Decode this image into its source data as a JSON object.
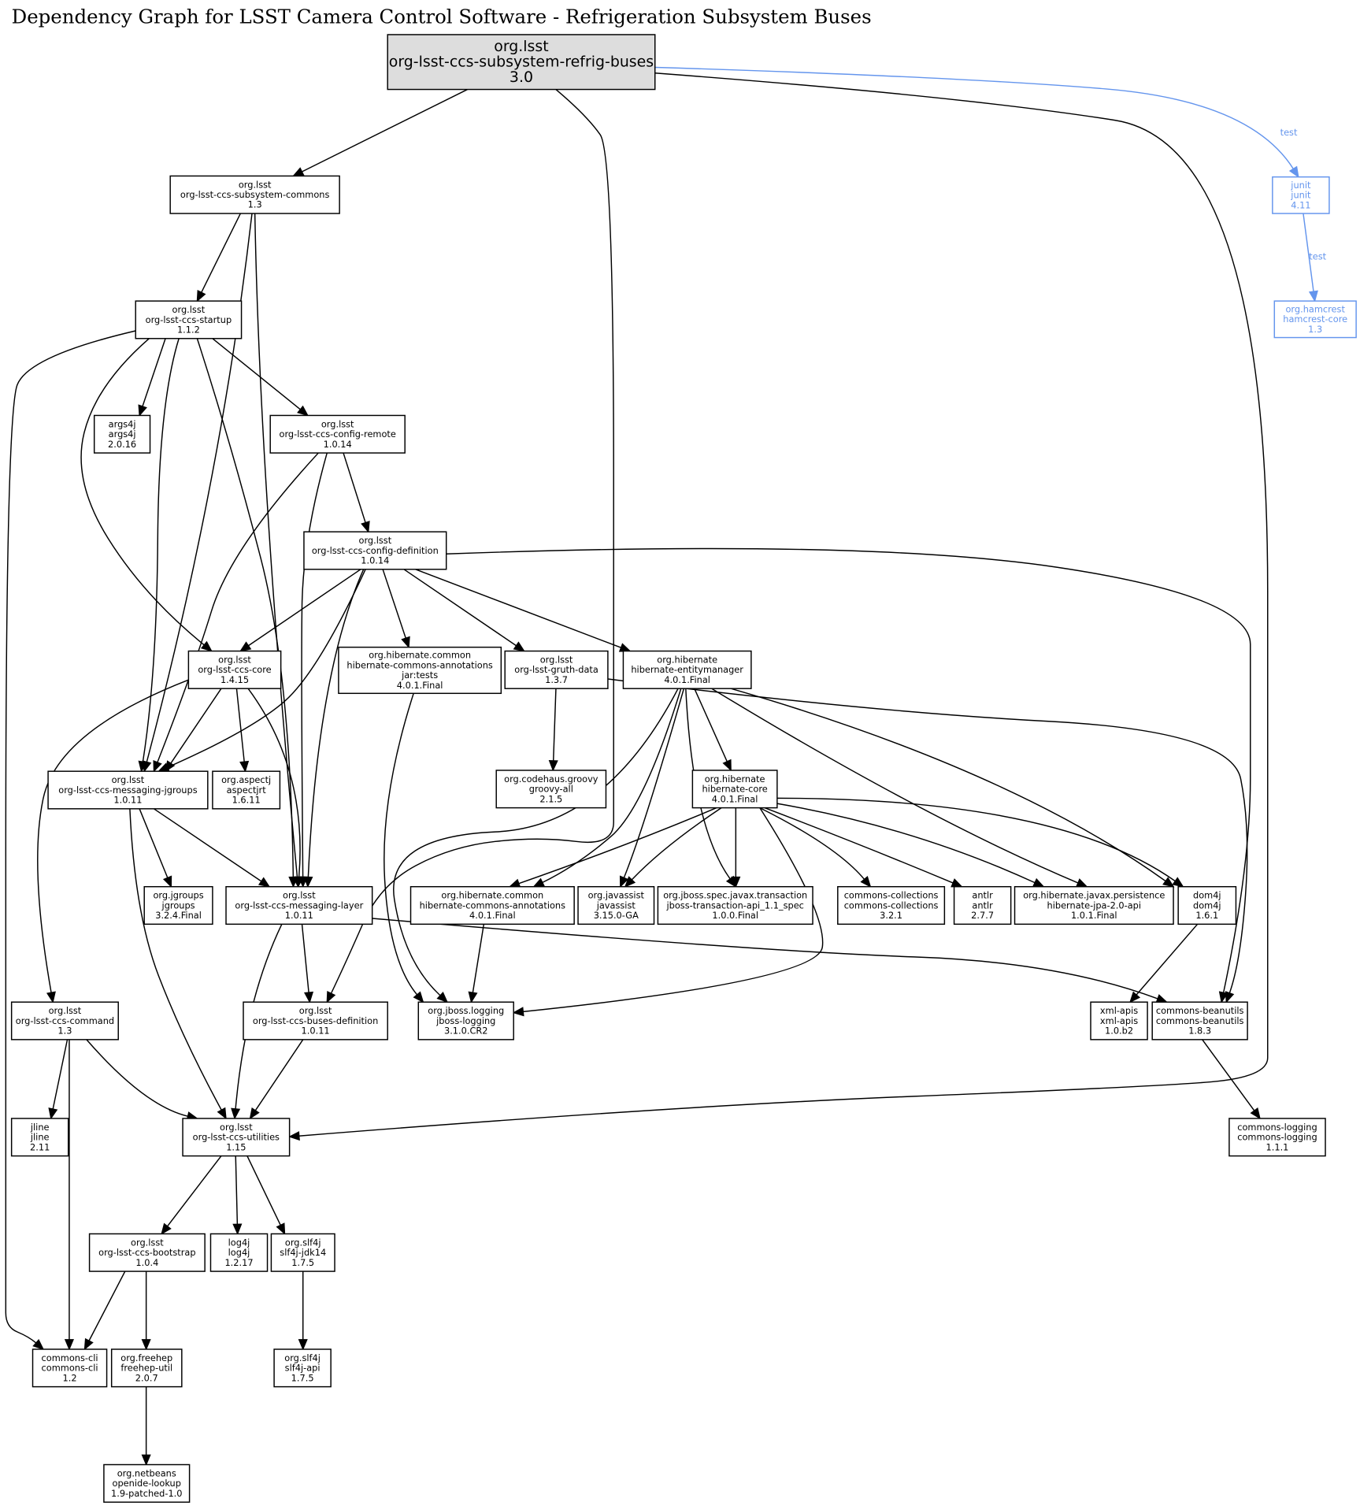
{
  "title": "Dependency Graph for LSST Camera Control Software - Refrigeration Subsystem Buses",
  "colors": {
    "test": "#6495ed",
    "root_fill": "#dddddd",
    "default": "#000000"
  },
  "nodes": [
    {
      "id": "root",
      "lines": [
        "org.lsst",
        "org-lsst-ccs-subsystem-refrig-buses",
        "3.0"
      ],
      "kind": "root"
    },
    {
      "id": "subsystem-commons",
      "lines": [
        "org.lsst",
        "org-lsst-ccs-subsystem-commons",
        "1.3"
      ]
    },
    {
      "id": "junit",
      "lines": [
        "junit",
        "junit",
        "4.11"
      ],
      "kind": "test"
    },
    {
      "id": "hamcrest",
      "lines": [
        "org.hamcrest",
        "hamcrest-core",
        "1.3"
      ],
      "kind": "test"
    },
    {
      "id": "startup",
      "lines": [
        "org.lsst",
        "org-lsst-ccs-startup",
        "1.1.2"
      ]
    },
    {
      "id": "args4j",
      "lines": [
        "args4j",
        "args4j",
        "2.0.16"
      ]
    },
    {
      "id": "config-remote",
      "lines": [
        "org.lsst",
        "org-lsst-ccs-config-remote",
        "1.0.14"
      ]
    },
    {
      "id": "config-definition",
      "lines": [
        "org.lsst",
        "org-lsst-ccs-config-definition",
        "1.0.14"
      ]
    },
    {
      "id": "core",
      "lines": [
        "org.lsst",
        "org-lsst-ccs-core",
        "1.4.15"
      ]
    },
    {
      "id": "hca-tests",
      "lines": [
        "org.hibernate.common",
        "hibernate-commons-annotations",
        "jar:tests",
        "4.0.1.Final"
      ]
    },
    {
      "id": "gruth-data",
      "lines": [
        "org.lsst",
        "org-lsst-gruth-data",
        "1.3.7"
      ]
    },
    {
      "id": "entitymanager",
      "lines": [
        "org.hibernate",
        "hibernate-entitymanager",
        "4.0.1.Final"
      ]
    },
    {
      "id": "messaging-jgroups",
      "lines": [
        "org.lsst",
        "org-lsst-ccs-messaging-jgroups",
        "1.0.11"
      ]
    },
    {
      "id": "aspectjrt",
      "lines": [
        "org.aspectj",
        "aspectjrt",
        "1.6.11"
      ]
    },
    {
      "id": "groovy-all",
      "lines": [
        "org.codehaus.groovy",
        "groovy-all",
        "2.1.5"
      ]
    },
    {
      "id": "hibernate-core",
      "lines": [
        "org.hibernate",
        "hibernate-core",
        "4.0.1.Final"
      ]
    },
    {
      "id": "jgroups",
      "lines": [
        "org.jgroups",
        "jgroups",
        "3.2.4.Final"
      ]
    },
    {
      "id": "messaging-layer",
      "lines": [
        "org.lsst",
        "org-lsst-ccs-messaging-layer",
        "1.0.11"
      ]
    },
    {
      "id": "hca",
      "lines": [
        "org.hibernate.common",
        "hibernate-commons-annotations",
        "4.0.1.Final"
      ]
    },
    {
      "id": "javassist",
      "lines": [
        "org.javassist",
        "javassist",
        "3.15.0-GA"
      ]
    },
    {
      "id": "jta",
      "lines": [
        "org.jboss.spec.javax.transaction",
        "jboss-transaction-api_1.1_spec",
        "1.0.0.Final"
      ]
    },
    {
      "id": "commons-collections",
      "lines": [
        "commons-collections",
        "commons-collections",
        "3.2.1"
      ]
    },
    {
      "id": "antlr",
      "lines": [
        "antlr",
        "antlr",
        "2.7.7"
      ]
    },
    {
      "id": "jpa",
      "lines": [
        "org.hibernate.javax.persistence",
        "hibernate-jpa-2.0-api",
        "1.0.1.Final"
      ]
    },
    {
      "id": "dom4j",
      "lines": [
        "dom4j",
        "dom4j",
        "1.6.1"
      ]
    },
    {
      "id": "command",
      "lines": [
        "org.lsst",
        "org-lsst-ccs-command",
        "1.3"
      ]
    },
    {
      "id": "buses-definition",
      "lines": [
        "org.lsst",
        "org-lsst-ccs-buses-definition",
        "1.0.11"
      ]
    },
    {
      "id": "jboss-logging",
      "lines": [
        "org.jboss.logging",
        "jboss-logging",
        "3.1.0.CR2"
      ]
    },
    {
      "id": "xml-apis",
      "lines": [
        "xml-apis",
        "xml-apis",
        "1.0.b2"
      ]
    },
    {
      "id": "beanutils",
      "lines": [
        "commons-beanutils",
        "commons-beanutils",
        "1.8.3"
      ]
    },
    {
      "id": "jline",
      "lines": [
        "jline",
        "jline",
        "2.11"
      ]
    },
    {
      "id": "utilities",
      "lines": [
        "org.lsst",
        "org-lsst-ccs-utilities",
        "1.15"
      ]
    },
    {
      "id": "commons-logging",
      "lines": [
        "commons-logging",
        "commons-logging",
        "1.1.1"
      ]
    },
    {
      "id": "bootstrap",
      "lines": [
        "org.lsst",
        "org-lsst-ccs-bootstrap",
        "1.0.4"
      ]
    },
    {
      "id": "log4j",
      "lines": [
        "log4j",
        "log4j",
        "1.2.17"
      ]
    },
    {
      "id": "slf4j-jdk14",
      "lines": [
        "org.slf4j",
        "slf4j-jdk14",
        "1.7.5"
      ]
    },
    {
      "id": "commons-cli",
      "lines": [
        "commons-cli",
        "commons-cli",
        "1.2"
      ]
    },
    {
      "id": "freehep-util",
      "lines": [
        "org.freehep",
        "freehep-util",
        "2.0.7"
      ]
    },
    {
      "id": "slf4j-api",
      "lines": [
        "org.slf4j",
        "slf4j-api",
        "1.7.5"
      ]
    },
    {
      "id": "openide-lookup",
      "lines": [
        "org.netbeans",
        "openide-lookup",
        "1.9-patched-1.0"
      ]
    }
  ],
  "edges": [
    {
      "from": "root",
      "to": "subsystem-commons"
    },
    {
      "from": "root",
      "to": "buses-definition"
    },
    {
      "from": "root",
      "to": "utilities"
    },
    {
      "from": "root",
      "to": "junit",
      "label": "test",
      "kind": "test"
    },
    {
      "from": "junit",
      "to": "hamcrest",
      "label": "test",
      "kind": "test"
    },
    {
      "from": "subsystem-commons",
      "to": "startup"
    },
    {
      "from": "subsystem-commons",
      "to": "messaging-jgroups"
    },
    {
      "from": "subsystem-commons",
      "to": "messaging-layer"
    },
    {
      "from": "startup",
      "to": "args4j"
    },
    {
      "from": "startup",
      "to": "config-remote"
    },
    {
      "from": "startup",
      "to": "core"
    },
    {
      "from": "startup",
      "to": "messaging-jgroups"
    },
    {
      "from": "startup",
      "to": "messaging-layer"
    },
    {
      "from": "startup",
      "to": "commons-cli"
    },
    {
      "from": "config-remote",
      "to": "config-definition"
    },
    {
      "from": "config-remote",
      "to": "messaging-jgroups"
    },
    {
      "from": "config-remote",
      "to": "messaging-layer"
    },
    {
      "from": "config-definition",
      "to": "core"
    },
    {
      "from": "config-definition",
      "to": "messaging-jgroups"
    },
    {
      "from": "config-definition",
      "to": "messaging-layer"
    },
    {
      "from": "config-definition",
      "to": "hca-tests"
    },
    {
      "from": "config-definition",
      "to": "gruth-data"
    },
    {
      "from": "config-definition",
      "to": "entitymanager"
    },
    {
      "from": "config-definition",
      "to": "beanutils"
    },
    {
      "from": "core",
      "to": "messaging-jgroups"
    },
    {
      "from": "core",
      "to": "aspectjrt"
    },
    {
      "from": "core",
      "to": "messaging-layer"
    },
    {
      "from": "core",
      "to": "command"
    },
    {
      "from": "hca-tests",
      "to": "jboss-logging"
    },
    {
      "from": "gruth-data",
      "to": "groovy-all"
    },
    {
      "from": "gruth-data",
      "to": "beanutils"
    },
    {
      "from": "entitymanager",
      "to": "hibernate-core"
    },
    {
      "from": "entitymanager",
      "to": "hca"
    },
    {
      "from": "entitymanager",
      "to": "javassist"
    },
    {
      "from": "entitymanager",
      "to": "jta"
    },
    {
      "from": "entitymanager",
      "to": "jpa"
    },
    {
      "from": "entitymanager",
      "to": "dom4j"
    },
    {
      "from": "entitymanager",
      "to": "jboss-logging"
    },
    {
      "from": "hibernate-core",
      "to": "hca"
    },
    {
      "from": "hibernate-core",
      "to": "javassist"
    },
    {
      "from": "hibernate-core",
      "to": "jta"
    },
    {
      "from": "hibernate-core",
      "to": "commons-collections"
    },
    {
      "from": "hibernate-core",
      "to": "antlr"
    },
    {
      "from": "hibernate-core",
      "to": "jpa"
    },
    {
      "from": "hibernate-core",
      "to": "dom4j"
    },
    {
      "from": "hibernate-core",
      "to": "jboss-logging"
    },
    {
      "from": "messaging-jgroups",
      "to": "jgroups"
    },
    {
      "from": "messaging-jgroups",
      "to": "messaging-layer"
    },
    {
      "from": "messaging-jgroups",
      "to": "utilities"
    },
    {
      "from": "messaging-layer",
      "to": "buses-definition"
    },
    {
      "from": "messaging-layer",
      "to": "utilities"
    },
    {
      "from": "messaging-layer",
      "to": "beanutils"
    },
    {
      "from": "hca",
      "to": "jboss-logging"
    },
    {
      "from": "dom4j",
      "to": "xml-apis"
    },
    {
      "from": "beanutils",
      "to": "commons-logging"
    },
    {
      "from": "command",
      "to": "jline"
    },
    {
      "from": "command",
      "to": "utilities"
    },
    {
      "from": "command",
      "to": "commons-cli"
    },
    {
      "from": "buses-definition",
      "to": "utilities"
    },
    {
      "from": "utilities",
      "to": "bootstrap"
    },
    {
      "from": "utilities",
      "to": "log4j"
    },
    {
      "from": "utilities",
      "to": "slf4j-jdk14"
    },
    {
      "from": "bootstrap",
      "to": "commons-cli"
    },
    {
      "from": "bootstrap",
      "to": "freehep-util"
    },
    {
      "from": "slf4j-jdk14",
      "to": "slf4j-api"
    },
    {
      "from": "freehep-util",
      "to": "openide-lookup"
    }
  ]
}
